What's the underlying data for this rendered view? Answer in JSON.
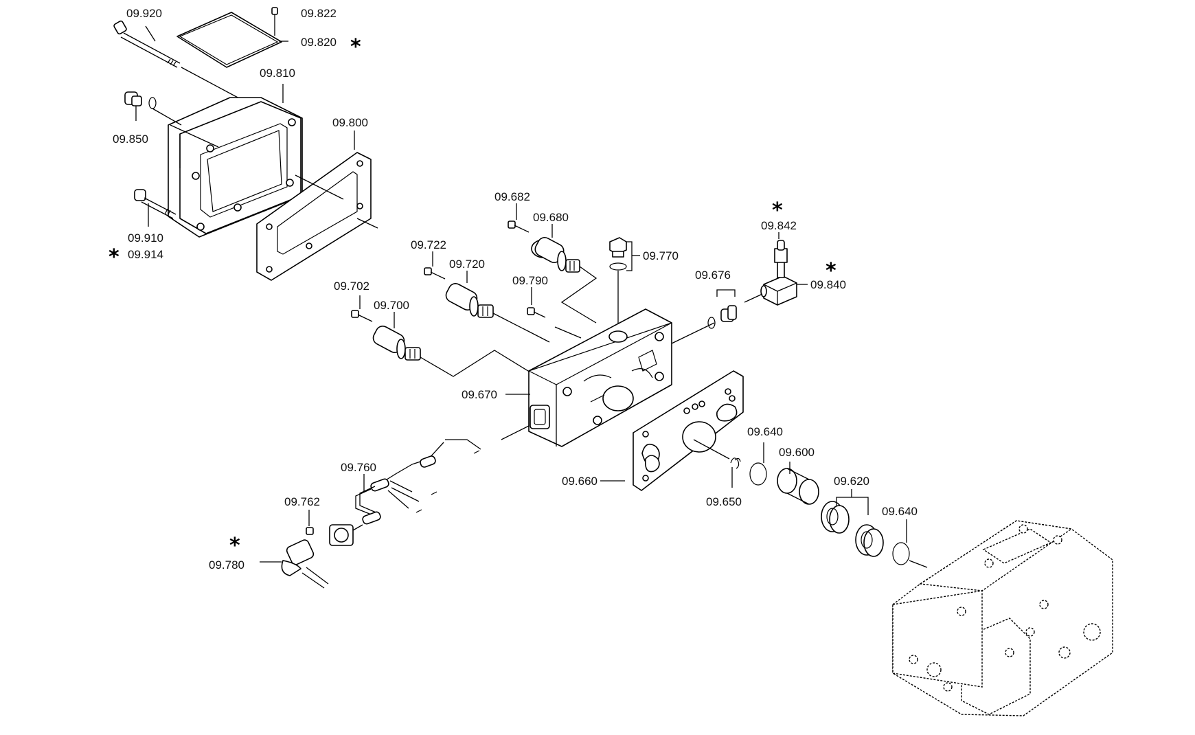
{
  "labels": {
    "p09920": "09.920",
    "p09822": "09.822",
    "p09820": "09.820",
    "p09810": "09.810",
    "p09800": "09.800",
    "p09850": "09.850",
    "p09910": "09.910",
    "p09914": "09.914",
    "p09682": "09.682",
    "p09680": "09.680",
    "p09722": "09.722",
    "p09720": "09.720",
    "p09770": "09.770",
    "p09790": "09.790",
    "p09702": "09.702",
    "p09700": "09.700",
    "p09842": "09.842",
    "p09840": "09.840",
    "p09676": "09.676",
    "p09670": "09.670",
    "p09760": "09.760",
    "p09762": "09.762",
    "p09780": "09.780",
    "p09660": "09.660",
    "p09640a": "09.640",
    "p09650": "09.650",
    "p09600": "09.600",
    "p09620": "09.620",
    "p09640b": "09.640"
  },
  "asterisk": "*"
}
